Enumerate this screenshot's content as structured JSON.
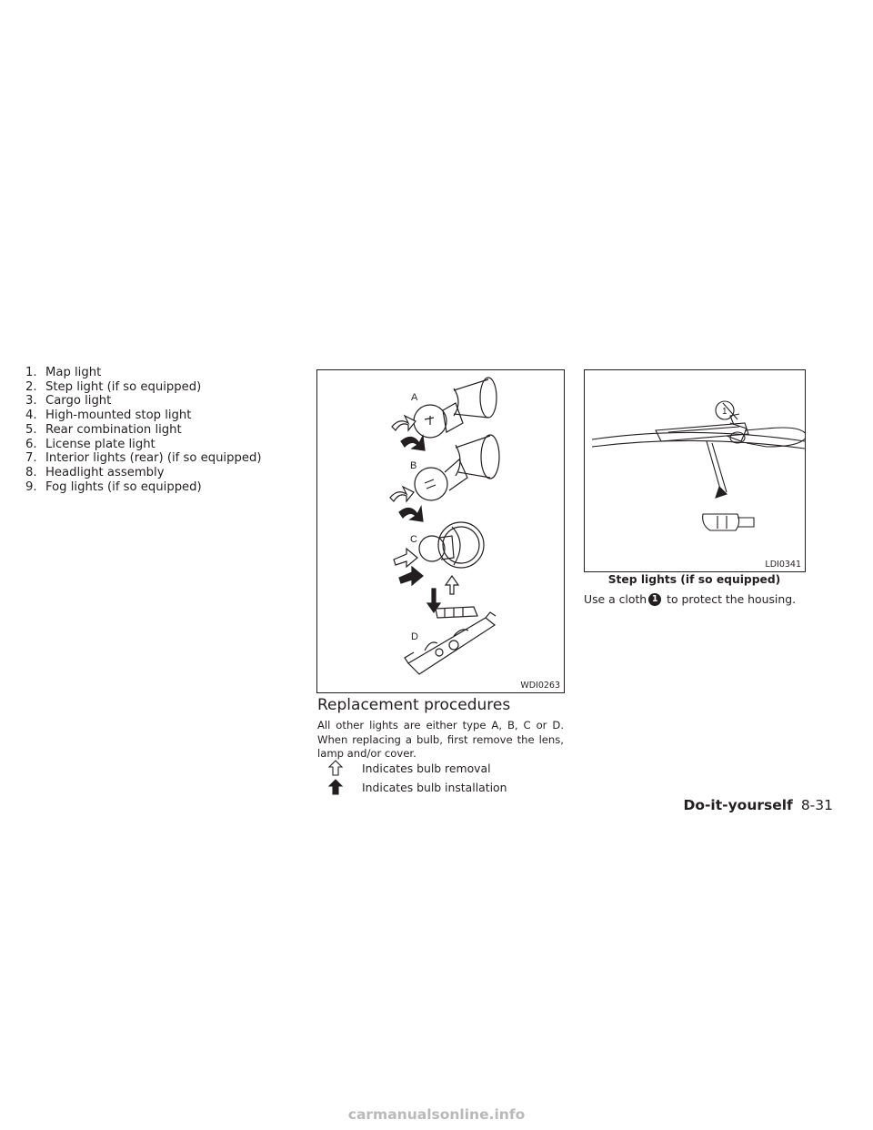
{
  "left_list": [
    {
      "num": "1.",
      "label": "Map light"
    },
    {
      "num": "2.",
      "label": "Step light (if so equipped)"
    },
    {
      "num": "3.",
      "label": "Cargo light"
    },
    {
      "num": "4.",
      "label": "High-mounted stop light"
    },
    {
      "num": "5.",
      "label": "Rear combination light"
    },
    {
      "num": "6.",
      "label": "License plate light"
    },
    {
      "num": "7.",
      "label": "Interior lights (rear) (if so equipped)"
    },
    {
      "num": "8.",
      "label": "Headlight assembly"
    },
    {
      "num": "9.",
      "label": "Fog lights (if so equipped)"
    }
  ],
  "figure_bulbs": {
    "labels": {
      "a": "A",
      "b": "B",
      "c": "C",
      "d": "D"
    },
    "code": "WDI0263"
  },
  "replacement": {
    "heading": "Replacement procedures",
    "paragraph": "All other lights are either type A, B, C or D. When replacing a bulb, first remove the lens, lamp and/or cover.",
    "legend_removal": "Indicates bulb removal",
    "legend_installation": "Indicates bulb installation"
  },
  "figure_step": {
    "callout": "1",
    "code": "LDI0341",
    "caption": "Step lights (if so equipped)"
  },
  "step_text": {
    "before": "Use a cloth",
    "marker": "1",
    "after": "to protect the housing."
  },
  "footer": {
    "section": "Do-it-yourself",
    "page": "8-31"
  },
  "watermark": "carmanualsonline.info"
}
